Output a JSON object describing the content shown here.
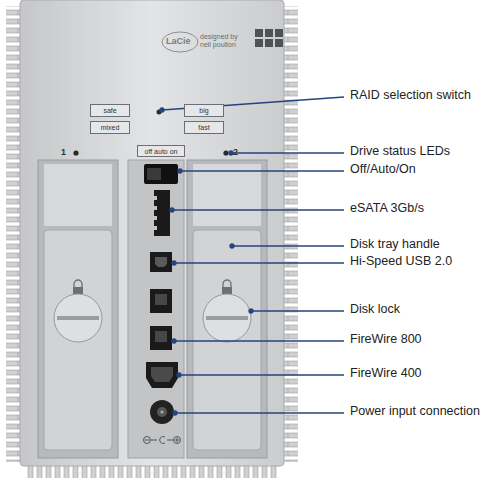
{
  "diagram": {
    "nodes": [
      {
        "text": [
          "safe"
        ]
      },
      {
        "text": [
          "big"
        ]
      },
      {
        "text": [
          "mixed"
        ]
      },
      {
        "text": [
          "fast"
        ]
      },
      {
        "text": [
          "off auto on"
        ]
      }
    ],
    "labels": [
      "LaCie",
      "designed by neil poulton",
      "1",
      "2",
      "RAID selection switch",
      "Drive status LEDs",
      "Off/Auto/On",
      "eSATA 3Gb/s",
      "Disk tray handle",
      "Hi-Speed USB 2.0",
      "Disk lock",
      "FireWire 800",
      "FireWire 400",
      "Power input connection"
    ]
  }
}
